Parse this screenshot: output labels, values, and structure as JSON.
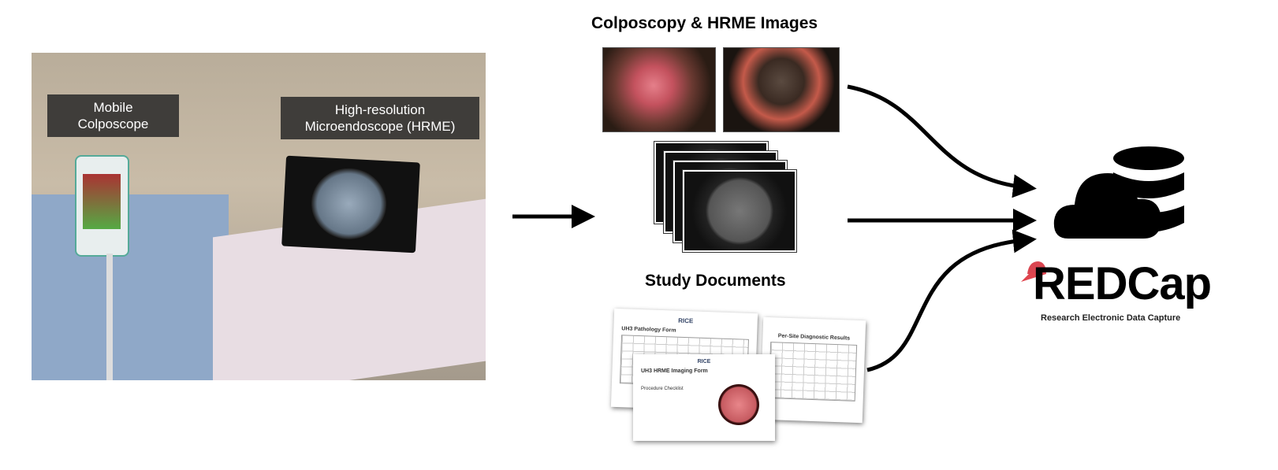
{
  "photo": {
    "label_colposcope": "Mobile\nColposcope",
    "label_hrme": "High-resolution\nMicroendoscope (HRME)"
  },
  "images_section": {
    "title": "Colposcopy & HRME Images"
  },
  "documents_section": {
    "title": "Study Documents",
    "docs": {
      "pathology": "UH3 Pathology Form",
      "hrme": "UH3 HRME Imaging Form",
      "results": "Per-Site Diagnostic Results",
      "checklist": "Procedure Checklist",
      "logo": "RICE"
    }
  },
  "redcap": {
    "name": "REDCap",
    "tagline": "Research Electronic Data Capture"
  },
  "colors": {
    "redcap_red": "#c8102e",
    "hat": "#e0454e"
  }
}
